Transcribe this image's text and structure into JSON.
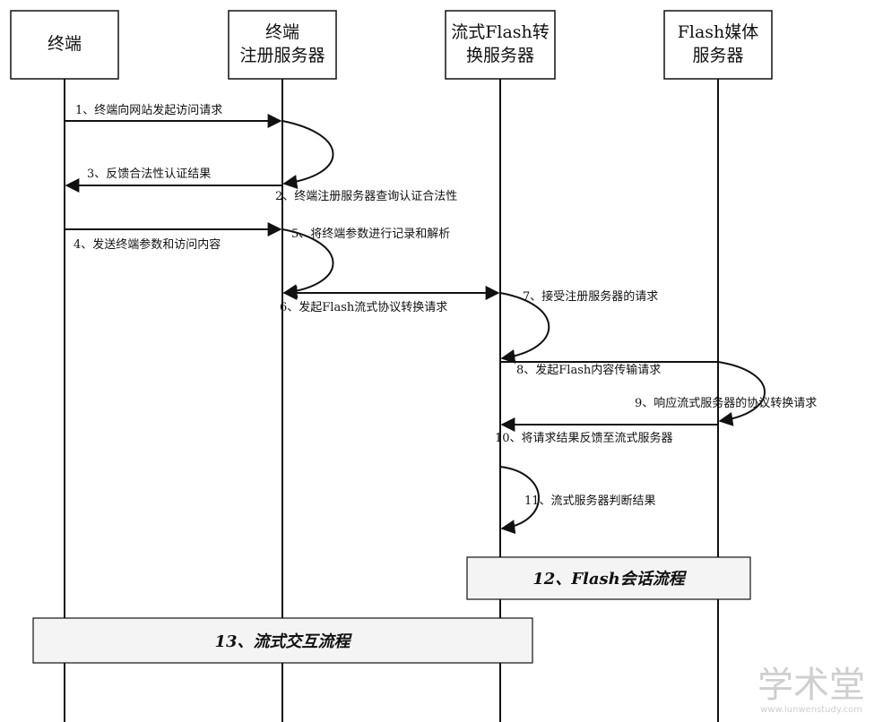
{
  "actors": [
    {
      "id": "terminal",
      "lines": [
        "终端"
      ]
    },
    {
      "id": "reg",
      "lines": [
        "终端",
        "注册服务器"
      ]
    },
    {
      "id": "flashconv",
      "lines": [
        "流式Flash转",
        "换服务器"
      ]
    },
    {
      "id": "media",
      "lines": [
        "Flash媒体",
        "服务器"
      ]
    }
  ],
  "messages": [
    {
      "text": "1、终端向网站发起访问请求",
      "from": "terminal",
      "to": "reg"
    },
    {
      "text": "2、终端注册服务器查询认证合法性",
      "from": "reg",
      "to": "reg"
    },
    {
      "text": "3、反馈合法性认证结果",
      "from": "reg",
      "to": "terminal"
    },
    {
      "text": "4、发送终端参数和访问内容",
      "from": "terminal",
      "to": "reg"
    },
    {
      "text": "5、将终端参数进行记录和解析",
      "from": "reg",
      "to": "reg"
    },
    {
      "text": "6、发起Flash流式协议转换请求",
      "from": "reg",
      "to": "flashconv"
    },
    {
      "text": "7、接受注册服务器的请求",
      "from": "flashconv",
      "to": "flashconv"
    },
    {
      "text": "8、发起Flash内容传输请求",
      "from": "flashconv",
      "to": "media"
    },
    {
      "text": "9、响应流式服务器的协议转换请求",
      "from": "media",
      "to": "media"
    },
    {
      "text": "10、将请求结果反馈至流式服务器",
      "from": "media",
      "to": "flashconv"
    },
    {
      "text": "11、流式服务器判断结果",
      "from": "flashconv",
      "to": "flashconv"
    }
  ],
  "frames": [
    {
      "title": "12、Flash会话流程"
    },
    {
      "title": "13、流式交互流程"
    }
  ],
  "watermark": {
    "main": "学术堂",
    "sub": "www.lunwenstudy.com"
  }
}
